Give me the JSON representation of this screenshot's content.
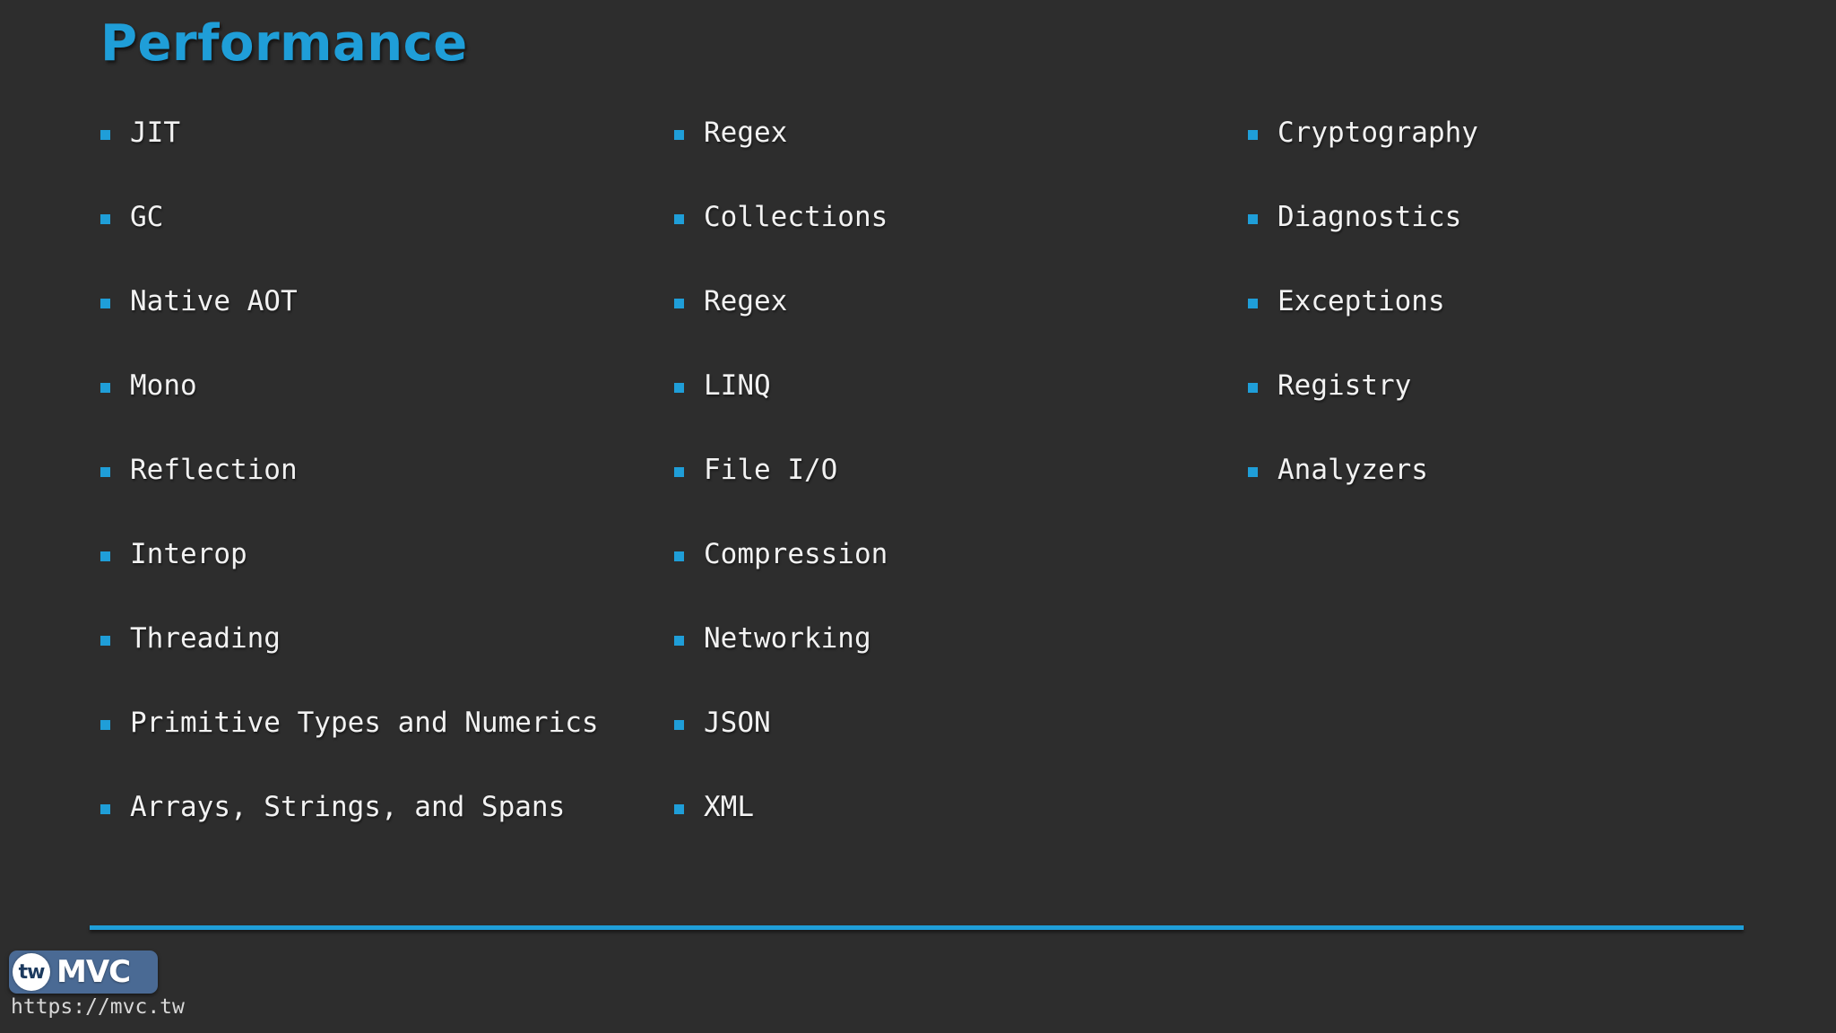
{
  "slide": {
    "title": "Performance",
    "background_color": "#2d2d2d",
    "accent_color": "#1f9ed8",
    "text_color": "#f2f2f2"
  },
  "columns": [
    {
      "id": "column-1",
      "items": [
        "JIT",
        "GC",
        "Native AOT",
        "Mono",
        "Reflection",
        "Interop",
        "Threading",
        "Primitive Types and Numerics",
        "Arrays, Strings, and Spans"
      ]
    },
    {
      "id": "column-2",
      "items": [
        "Regex",
        "Collections",
        "Regex",
        "LINQ",
        "File I/O",
        "Compression",
        "Networking",
        "JSON",
        "XML"
      ]
    },
    {
      "id": "column-3",
      "items": [
        "Cryptography",
        "Diagnostics",
        "Exceptions",
        "Registry",
        "Analyzers"
      ]
    }
  ],
  "footer": {
    "logo": {
      "badge_text": "tw",
      "word": "MVC"
    },
    "url": "https://mvc.tw",
    "rule_color": "#1f9ed8"
  }
}
